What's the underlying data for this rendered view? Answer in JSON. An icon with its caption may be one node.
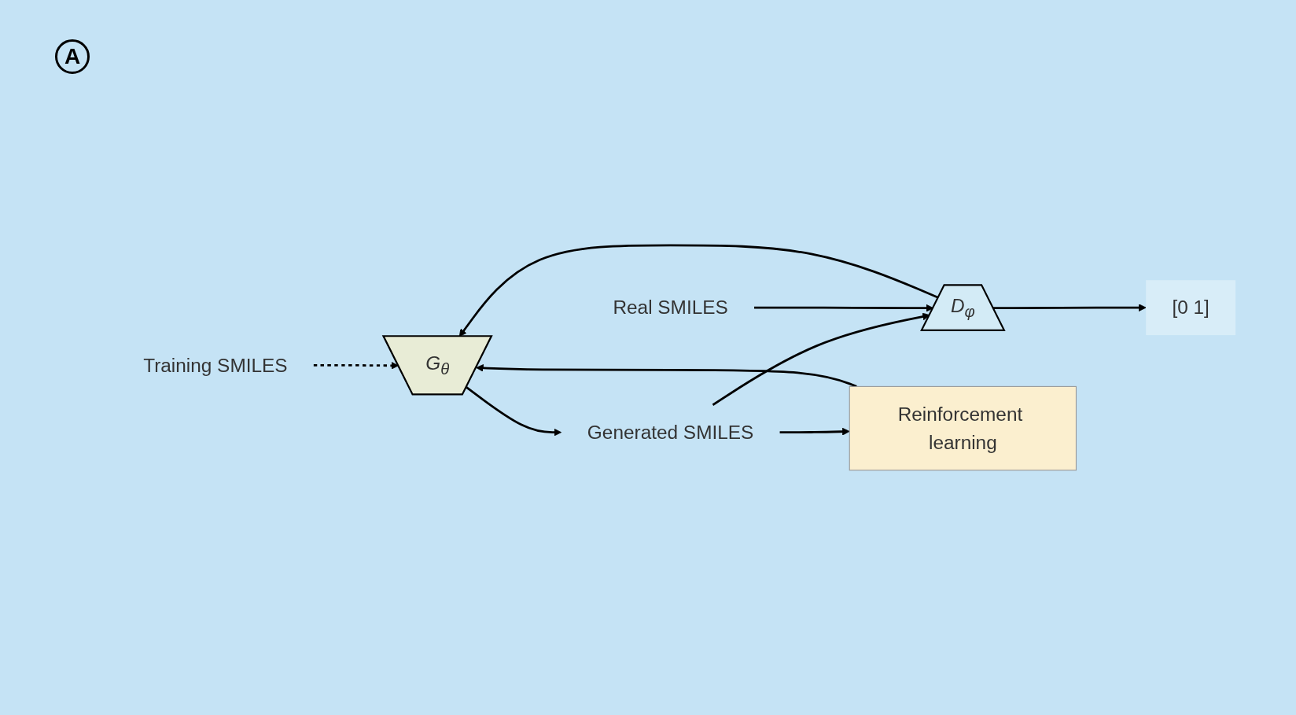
{
  "diagram": {
    "nodes": [
      {
        "text": [
          "Training SMILES"
        ]
      },
      {
        "text": [
          "G$_{θ}$"
        ]
      },
      {
        "text": [
          "Generated SMILES"
        ]
      },
      {
        "text": [
          "D$_{φ}$"
        ]
      },
      {
        "text": [
          "[0 1]"
        ]
      },
      {
        "text": [
          "Real SMILES"
        ]
      },
      {
        "text": [
          "Reinforcement learning"
        ]
      }
    ],
    "edges": [
      {
        "from": 0,
        "to": 1,
        "arrow": "to",
        "style": "dashed"
      },
      {
        "from": 1,
        "to": 2,
        "arrow": "to"
      },
      {
        "from": 2,
        "to": 3,
        "arrow": "to"
      },
      {
        "from": 5,
        "to": 3,
        "arrow": "to"
      },
      {
        "from": 3,
        "to": 4,
        "arrow": "to"
      },
      {
        "from": 3,
        "to": 1,
        "arrow": "to"
      },
      {
        "from": 2,
        "to": 6,
        "arrow": "to"
      },
      {
        "from": 6,
        "to": 1,
        "arrow": "to"
      }
    ],
    "labels": [
      "A"
    ]
  }
}
